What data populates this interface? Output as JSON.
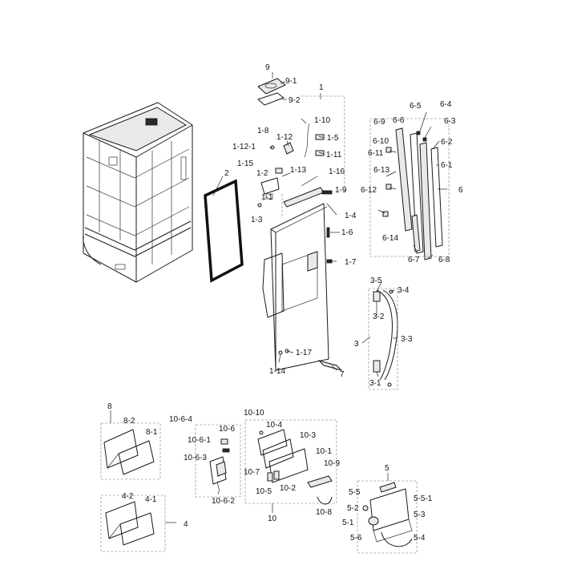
{
  "diagram": {
    "labels": [
      {
        "id": "9",
        "text": "9"
      },
      {
        "id": "9-1",
        "text": "9-1"
      },
      {
        "id": "9-2",
        "text": "9-2"
      },
      {
        "id": "1",
        "text": "1"
      },
      {
        "id": "1-10",
        "text": "1-10"
      },
      {
        "id": "1-8",
        "text": "1-8"
      },
      {
        "id": "1-12",
        "text": "1-12"
      },
      {
        "id": "1-5",
        "text": "1-5"
      },
      {
        "id": "1-12-1",
        "text": "1-12-1"
      },
      {
        "id": "1-11",
        "text": "1-11"
      },
      {
        "id": "1-15",
        "text": "1-15"
      },
      {
        "id": "1-13",
        "text": "1-13"
      },
      {
        "id": "1-16",
        "text": "1-16"
      },
      {
        "id": "2",
        "text": "2"
      },
      {
        "id": "1-2",
        "text": "1-2"
      },
      {
        "id": "1-9",
        "text": "1-9"
      },
      {
        "id": "1-1",
        "text": "1-1"
      },
      {
        "id": "1-3",
        "text": "1-3"
      },
      {
        "id": "1-4",
        "text": "1-4"
      },
      {
        "id": "1-6",
        "text": "1-6"
      },
      {
        "id": "1-7",
        "text": "1-7"
      },
      {
        "id": "1-17",
        "text": "1-17"
      },
      {
        "id": "1-14",
        "text": "1-14"
      },
      {
        "id": "7",
        "text": "7"
      },
      {
        "id": "6-5",
        "text": "6-5"
      },
      {
        "id": "6-4",
        "text": "6-4"
      },
      {
        "id": "6-9",
        "text": "6-9"
      },
      {
        "id": "6-6",
        "text": "6-6"
      },
      {
        "id": "6-3",
        "text": "6-3"
      },
      {
        "id": "6-10",
        "text": "6-10"
      },
      {
        "id": "6-2",
        "text": "6-2"
      },
      {
        "id": "6-11",
        "text": "6-11"
      },
      {
        "id": "6-1",
        "text": "6-1"
      },
      {
        "id": "6-13",
        "text": "6-13"
      },
      {
        "id": "6-12",
        "text": "6-12"
      },
      {
        "id": "6",
        "text": "6"
      },
      {
        "id": "6-14",
        "text": "6-14"
      },
      {
        "id": "6-7",
        "text": "6-7"
      },
      {
        "id": "6-8",
        "text": "6-8"
      },
      {
        "id": "3-5",
        "text": "3-5"
      },
      {
        "id": "3-4",
        "text": "3-4"
      },
      {
        "id": "3-2",
        "text": "3-2"
      },
      {
        "id": "3-3",
        "text": "3-3"
      },
      {
        "id": "3",
        "text": "3"
      },
      {
        "id": "3-1",
        "text": "3-1"
      },
      {
        "id": "8",
        "text": "8"
      },
      {
        "id": "8-2",
        "text": "8-2"
      },
      {
        "id": "8-1",
        "text": "8-1"
      },
      {
        "id": "10-6-4",
        "text": "10-6-4"
      },
      {
        "id": "10-10",
        "text": "10-10"
      },
      {
        "id": "10-4",
        "text": "10-4"
      },
      {
        "id": "10-6",
        "text": "10-6"
      },
      {
        "id": "10-3",
        "text": "10-3"
      },
      {
        "id": "10-6-1",
        "text": "10-6-1"
      },
      {
        "id": "10-1",
        "text": "10-1"
      },
      {
        "id": "10-6-3",
        "text": "10-6-3"
      },
      {
        "id": "10-9",
        "text": "10-9"
      },
      {
        "id": "10-7",
        "text": "10-7"
      },
      {
        "id": "10-5",
        "text": "10-5"
      },
      {
        "id": "10-2",
        "text": "10-2"
      },
      {
        "id": "10-6-2",
        "text": "10-6-2"
      },
      {
        "id": "10-8",
        "text": "10-8"
      },
      {
        "id": "10",
        "text": "10"
      },
      {
        "id": "5",
        "text": "5"
      },
      {
        "id": "5-5",
        "text": "5-5"
      },
      {
        "id": "5-5-1",
        "text": "5-5-1"
      },
      {
        "id": "5-2",
        "text": "5-2"
      },
      {
        "id": "5-3",
        "text": "5-3"
      },
      {
        "id": "5-1",
        "text": "5-1"
      },
      {
        "id": "5-6",
        "text": "5-6"
      },
      {
        "id": "5-4",
        "text": "5-4"
      },
      {
        "id": "4-2",
        "text": "4-2"
      },
      {
        "id": "4-1",
        "text": "4-1"
      },
      {
        "id": "4",
        "text": "4"
      }
    ]
  }
}
